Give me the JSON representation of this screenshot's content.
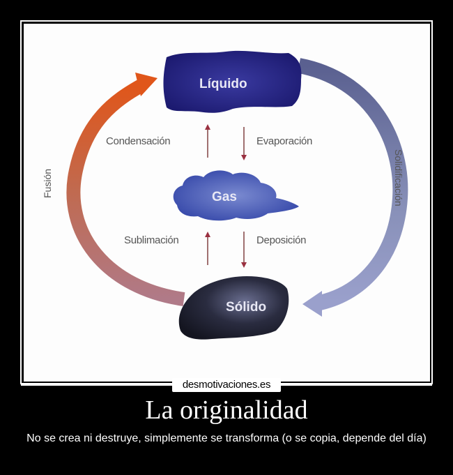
{
  "diagram": {
    "states": {
      "liquid": "Líquido",
      "gas": "Gas",
      "solid": "Sólido"
    },
    "transitions": {
      "condensation": "Condensación",
      "evaporation": "Evaporación",
      "sublimation": "Sublimación",
      "deposition": "Deposición",
      "fusion": "Fusión",
      "solidification": "Solidificación"
    },
    "colors": {
      "liquid": "#2c2a8a",
      "gas": "#3f55b8",
      "solid": "#2a2a3a",
      "fusion_arrow_start": "#b07080",
      "fusion_arrow_end": "#d8581a",
      "solidification_arrow": "#8a92c8",
      "small_arrow": "#9a3040"
    }
  },
  "watermark": "desmotivaciones.es",
  "poster": {
    "title": "La originalidad",
    "subtitle": "No se crea ni destruye, simplemente se transforma (o se copia, depende del día)"
  }
}
